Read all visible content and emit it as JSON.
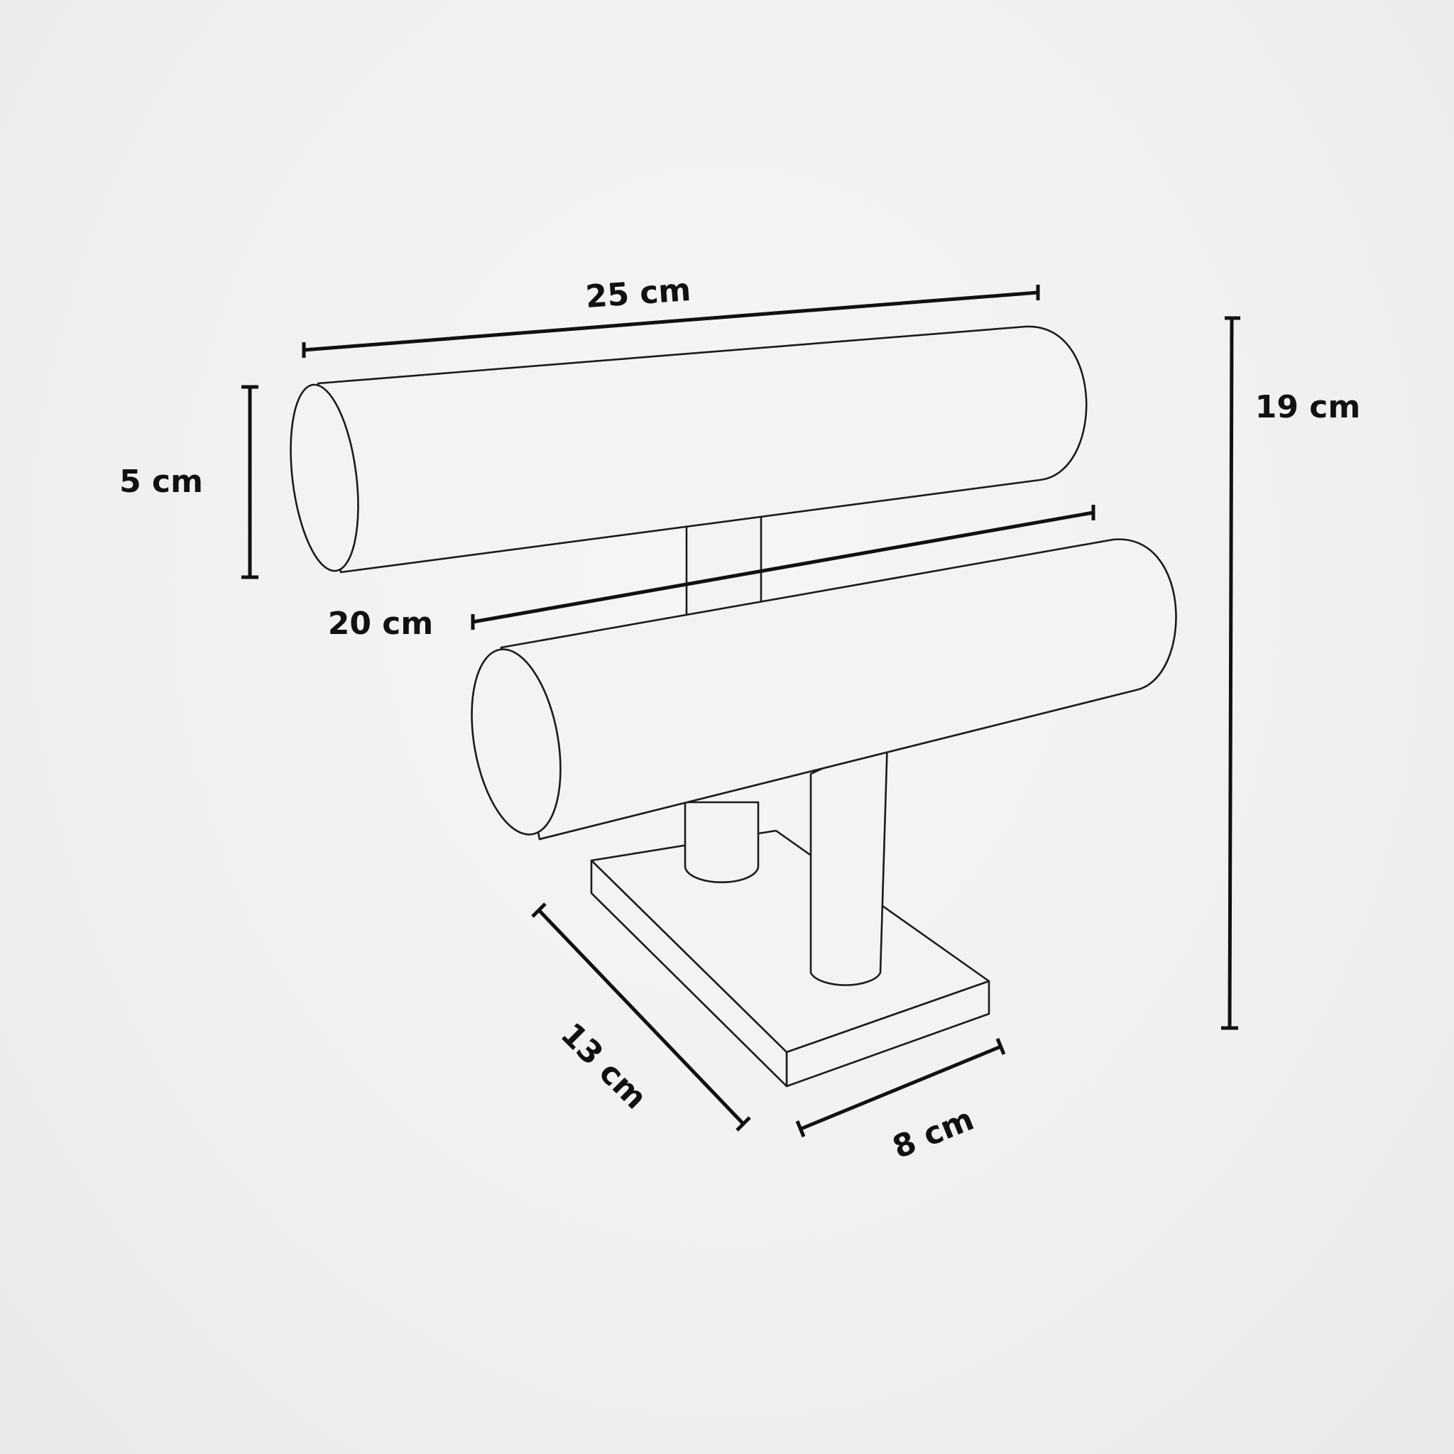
{
  "diagram": {
    "subject": "two-tier bangle display stand",
    "dimensions": {
      "top_bar_length": "25 cm",
      "bar_diameter": "5 cm",
      "lower_bar_length": "20 cm",
      "total_height": "19 cm",
      "base_length": "13 cm",
      "base_width": "8 cm"
    },
    "colors": {
      "background": "#f1f1f0",
      "line": "#1b1b1b"
    }
  }
}
